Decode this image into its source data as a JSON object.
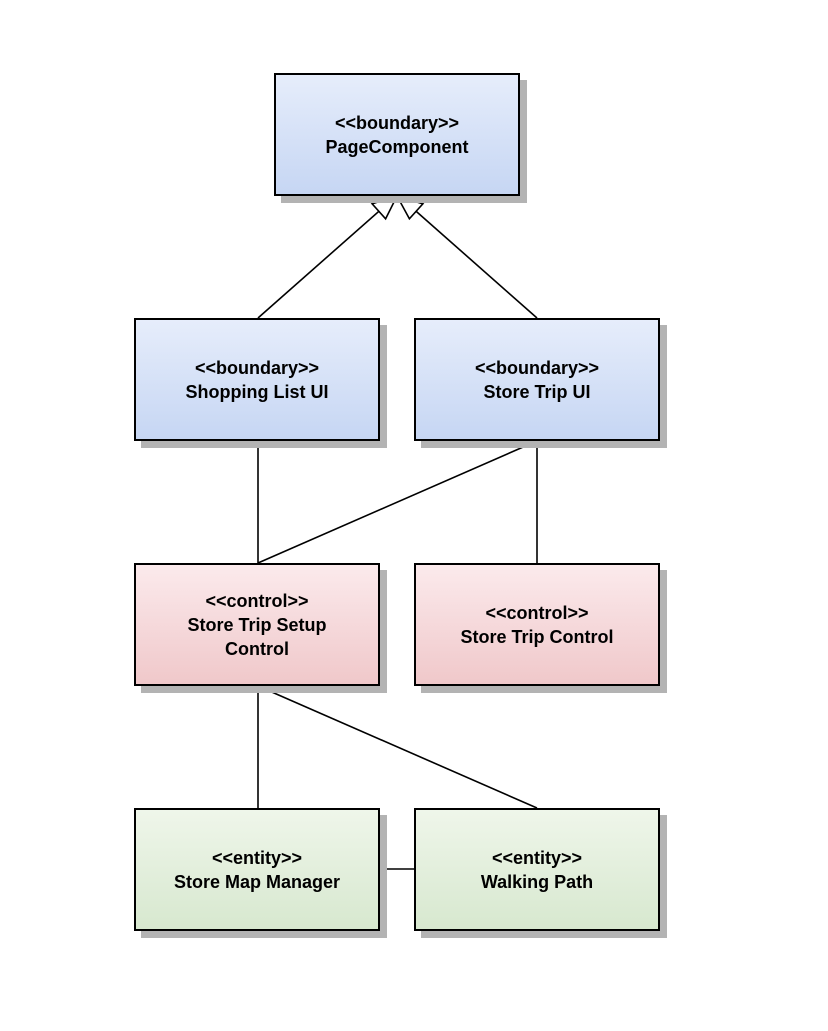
{
  "nodes": {
    "page_component": {
      "stereotype": "<<boundary>>",
      "name": "PageComponent",
      "kind": "boundary"
    },
    "shopping_list_ui": {
      "stereotype": "<<boundary>>",
      "name": "Shopping List UI",
      "kind": "boundary"
    },
    "store_trip_ui": {
      "stereotype": "<<boundary>>",
      "name": "Store Trip UI",
      "kind": "boundary"
    },
    "store_trip_setup_control": {
      "stereotype": "<<control>>",
      "name": "Store Trip Setup\nControl",
      "kind": "control"
    },
    "store_trip_control": {
      "stereotype": "<<control>>",
      "name": "Store Trip Control",
      "kind": "control"
    },
    "store_map_manager": {
      "stereotype": "<<entity>>",
      "name": "Store Map Manager",
      "kind": "entity"
    },
    "walking_path": {
      "stereotype": "<<entity>>",
      "name": "Walking Path",
      "kind": "entity"
    }
  },
  "edges": [
    {
      "from": "shopping_list_ui",
      "to": "page_component",
      "type": "generalization"
    },
    {
      "from": "store_trip_ui",
      "to": "page_component",
      "type": "generalization"
    },
    {
      "from": "shopping_list_ui",
      "to": "store_trip_setup_control",
      "type": "association"
    },
    {
      "from": "store_trip_ui",
      "to": "store_trip_setup_control",
      "type": "association"
    },
    {
      "from": "store_trip_ui",
      "to": "store_trip_control",
      "type": "association"
    },
    {
      "from": "store_trip_setup_control",
      "to": "store_map_manager",
      "type": "association"
    },
    {
      "from": "store_trip_setup_control",
      "to": "walking_path",
      "type": "association"
    },
    {
      "from": "store_map_manager",
      "to": "walking_path",
      "type": "association"
    }
  ],
  "colors": {
    "boundary_fill": "#c6d6f3",
    "control_fill": "#f0c8ca",
    "entity_fill": "#d7e8cf",
    "border": "#000000",
    "shadow": "#b3b3b3"
  }
}
